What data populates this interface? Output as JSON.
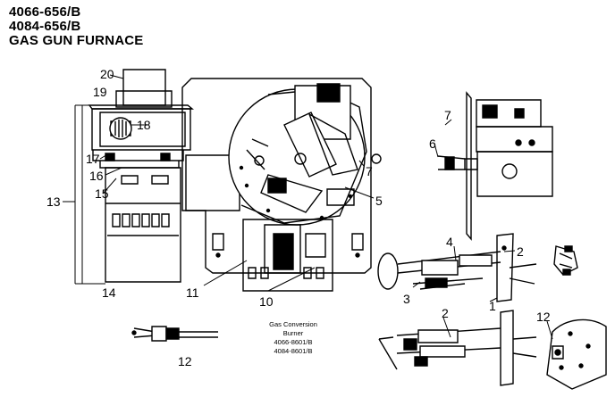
{
  "header": {
    "line1": "4066-656/B",
    "line2": "4084-656/B",
    "line3": "GAS GUN FURNACE"
  },
  "callouts": {
    "c20": "20",
    "c19": "19",
    "c18": "18",
    "c17": "17",
    "c16": "16",
    "c15": "15",
    "c13": "13",
    "c14": "14",
    "c11": "11",
    "c10": "10",
    "c7a": "7",
    "c5": "5",
    "c7b": "7",
    "c6": "6",
    "c4": "4",
    "c2a": "2",
    "c3": "3",
    "c1": "1",
    "c2b": "2",
    "c12a": "12",
    "c12b": "12"
  },
  "caption": {
    "line1": "Gas Conversion",
    "line2": "Burner",
    "line3": "4066-8601/B",
    "line4": "4084-8601/B"
  }
}
